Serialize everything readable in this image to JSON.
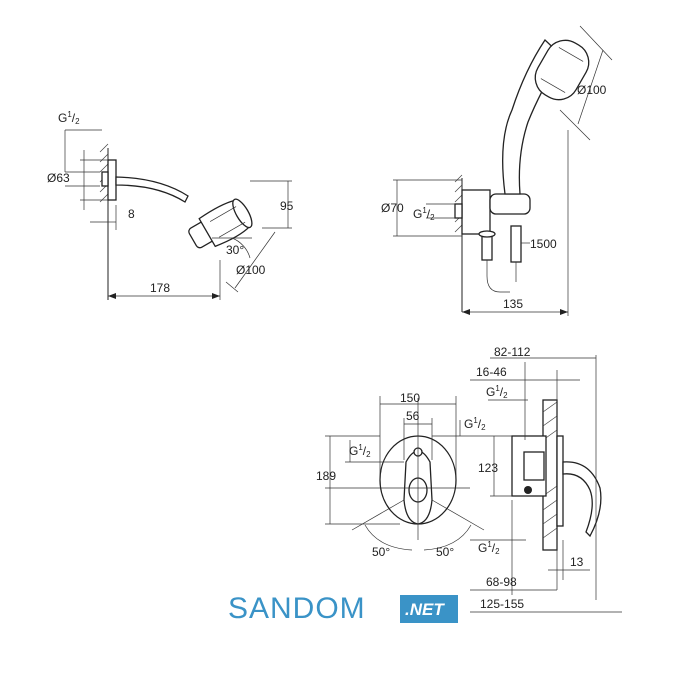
{
  "headshower": {
    "thread": {
      "main": "G",
      "num": "1",
      "den": "2"
    },
    "dia_arm": "Ø63",
    "wall_gap": "8",
    "height": "95",
    "angle": "30°",
    "dia_head": "Ø100",
    "length": "178"
  },
  "handshower": {
    "dia_head": "Ø100",
    "dia_outlet": "Ø70",
    "thread": {
      "main": "G",
      "num": "1",
      "den": "2"
    },
    "hose": "1500",
    "depth": "135"
  },
  "mixer": {
    "plate_width": "150",
    "center": "56",
    "thread_left": {
      "main": "G",
      "num": "1",
      "den": "2"
    },
    "thread_right": {
      "main": "G",
      "num": "1",
      "den": "2"
    },
    "plate_height": "189",
    "angle_left": "50°",
    "angle_right": "50°",
    "side_range_top": "82-112",
    "side_range_mid": "16-46",
    "side_thread_top": {
      "main": "G",
      "num": "1",
      "den": "2"
    },
    "side_height": "123",
    "side_thread_bottom": {
      "main": "G",
      "num": "1",
      "den": "2"
    },
    "side_offset": "13",
    "side_range_a": "68-98",
    "side_range_b": "125-155"
  },
  "watermark": {
    "brand": "SANDOM",
    "tld": ".NET"
  }
}
